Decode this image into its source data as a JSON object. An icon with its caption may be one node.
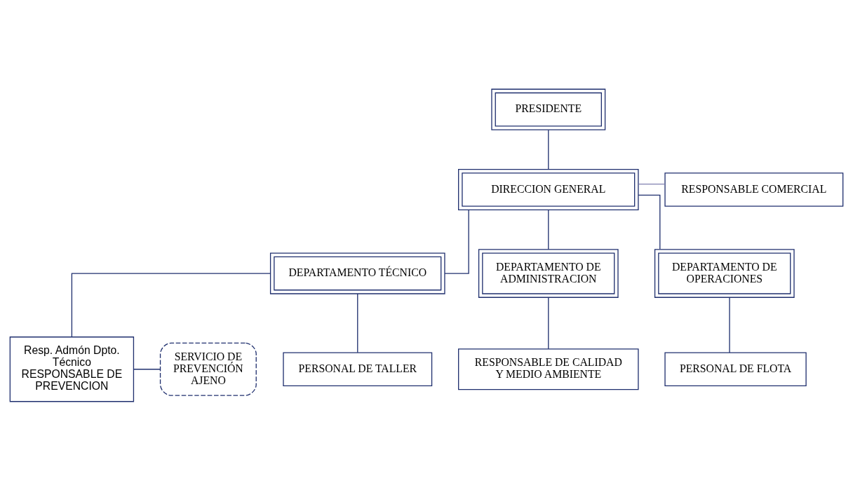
{
  "diagram": {
    "nodes": [
      {
        "text": [
          "PRESIDENTE"
        ]
      },
      {
        "text": [
          "DIRECCION GENERAL"
        ]
      },
      {
        "text": [
          "RESPONSABLE COMERCIAL"
        ]
      },
      {
        "text": [
          "DEPARTAMENTO TÉCNICO"
        ]
      },
      {
        "text": [
          "DEPARTAMENTO DE ADMINISTRACION"
        ]
      },
      {
        "text": [
          "DEPARTAMENTO DE OPERACIONES"
        ]
      },
      {
        "text": [
          "SERVICIO DE PREVENCIÓN AJENO"
        ]
      },
      {
        "text": [
          "Resp. Admón Dpto. Técnico",
          "RESPONSABLE DE PREVENCION"
        ]
      },
      {
        "text": [
          "PERSONAL DE TALLER"
        ]
      },
      {
        "text": [
          "RESPONSABLE DE CALIDAD Y MEDIO AMBIENTE"
        ]
      },
      {
        "text": [
          "PERSONAL DE FLOTA"
        ]
      }
    ],
    "edges": [
      {
        "from": 0,
        "to": 1,
        "arrow": "none"
      },
      {
        "from": 1,
        "to": 2,
        "arrow": "none",
        "color": "#8080b0"
      },
      {
        "from": 1,
        "to": 3,
        "arrow": "none"
      },
      {
        "from": 1,
        "to": 4,
        "arrow": "none"
      },
      {
        "from": 1,
        "to": 5,
        "arrow": "none"
      },
      {
        "from": 3,
        "to": 7,
        "arrow": "none"
      },
      {
        "from": 3,
        "to": 8,
        "arrow": "none"
      },
      {
        "from": 4,
        "to": 9,
        "arrow": "none"
      },
      {
        "from": 5,
        "to": 10,
        "arrow": "none"
      },
      {
        "from": 7,
        "to": 6,
        "arrow": "none"
      }
    ]
  }
}
